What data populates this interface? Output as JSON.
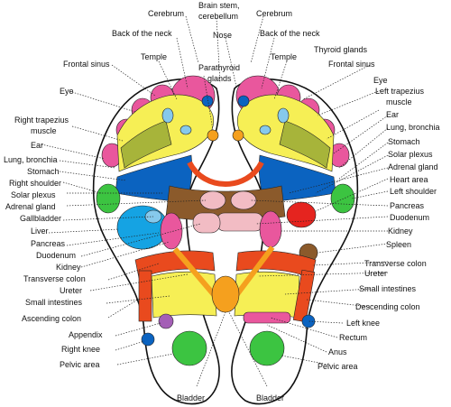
{
  "labels": {
    "cerebrum": "Cerebrum",
    "brain_stem": "Brain stem,",
    "brain_stem_2": "cerebellum",
    "back_of_neck": "Back of the neck",
    "nose": "Nose",
    "temple": "Temple",
    "parathyroid": "Parathyroid",
    "parathyroid_2": "glands",
    "thyroid": "Thyroid glands",
    "frontal_sinus": "Frontal sinus",
    "eye": "Eye",
    "right_trapezius": "Right trapezius",
    "right_trapezius_2": "muscle",
    "left_trapezius": "Left trapezius",
    "left_trapezius_2": "muscle",
    "ear": "Ear",
    "lung": "Lung, bronchia",
    "stomach": "Stomach",
    "right_shoulder": "Right shoulder",
    "left_shoulder": "Left shoulder",
    "solar_plexus": "Solar plexus",
    "adrenal_gland": "Adrenal gland",
    "heart_area": "Heart area",
    "gallbladder": "Gallbladder",
    "liver": "Liver",
    "pancreas": "Pancreas",
    "duodenum": "Duodenum",
    "kidney": "Kidney",
    "spleen": "Spleen",
    "transverse_colon": "Transverse colon",
    "ureter": "Ureter",
    "small_intestines": "Small intestines",
    "ascending_colon": "Ascending colon",
    "descending_colon": "Descending colon",
    "appendix": "Appendix",
    "right_knee": "Right knee",
    "left_knee": "Left knee",
    "rectum": "Rectum",
    "anus": "Anus",
    "pelvic_area": "Pelvic area",
    "bladder": "Bladder"
  },
  "colors": {
    "pink": "#e9579d",
    "light_blue": "#86c9ec",
    "blue": "#0b63c0",
    "yellow": "#f6ef55",
    "olive": "#a7b43a",
    "green": "#3cc441",
    "orange": "#f5a01e",
    "red_orange": "#e94a1e",
    "brown": "#8b5a2b",
    "light_pink": "#f2bcc4",
    "purple": "#a45fb6",
    "cyan": "#15a3e3",
    "red": "#e5241f"
  }
}
